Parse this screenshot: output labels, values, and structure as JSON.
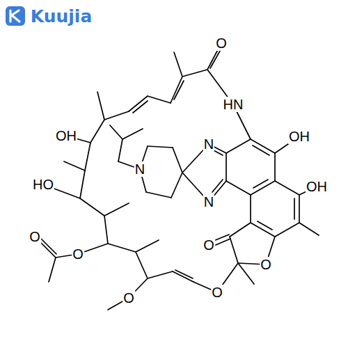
{
  "diagram": {
    "labels": [
      "Kuujia",
      "O",
      "HN",
      "N",
      "OH",
      "N",
      "OH",
      "O",
      "O",
      "O",
      "N",
      "OH",
      "HO",
      "O",
      "O",
      "O"
    ]
  }
}
